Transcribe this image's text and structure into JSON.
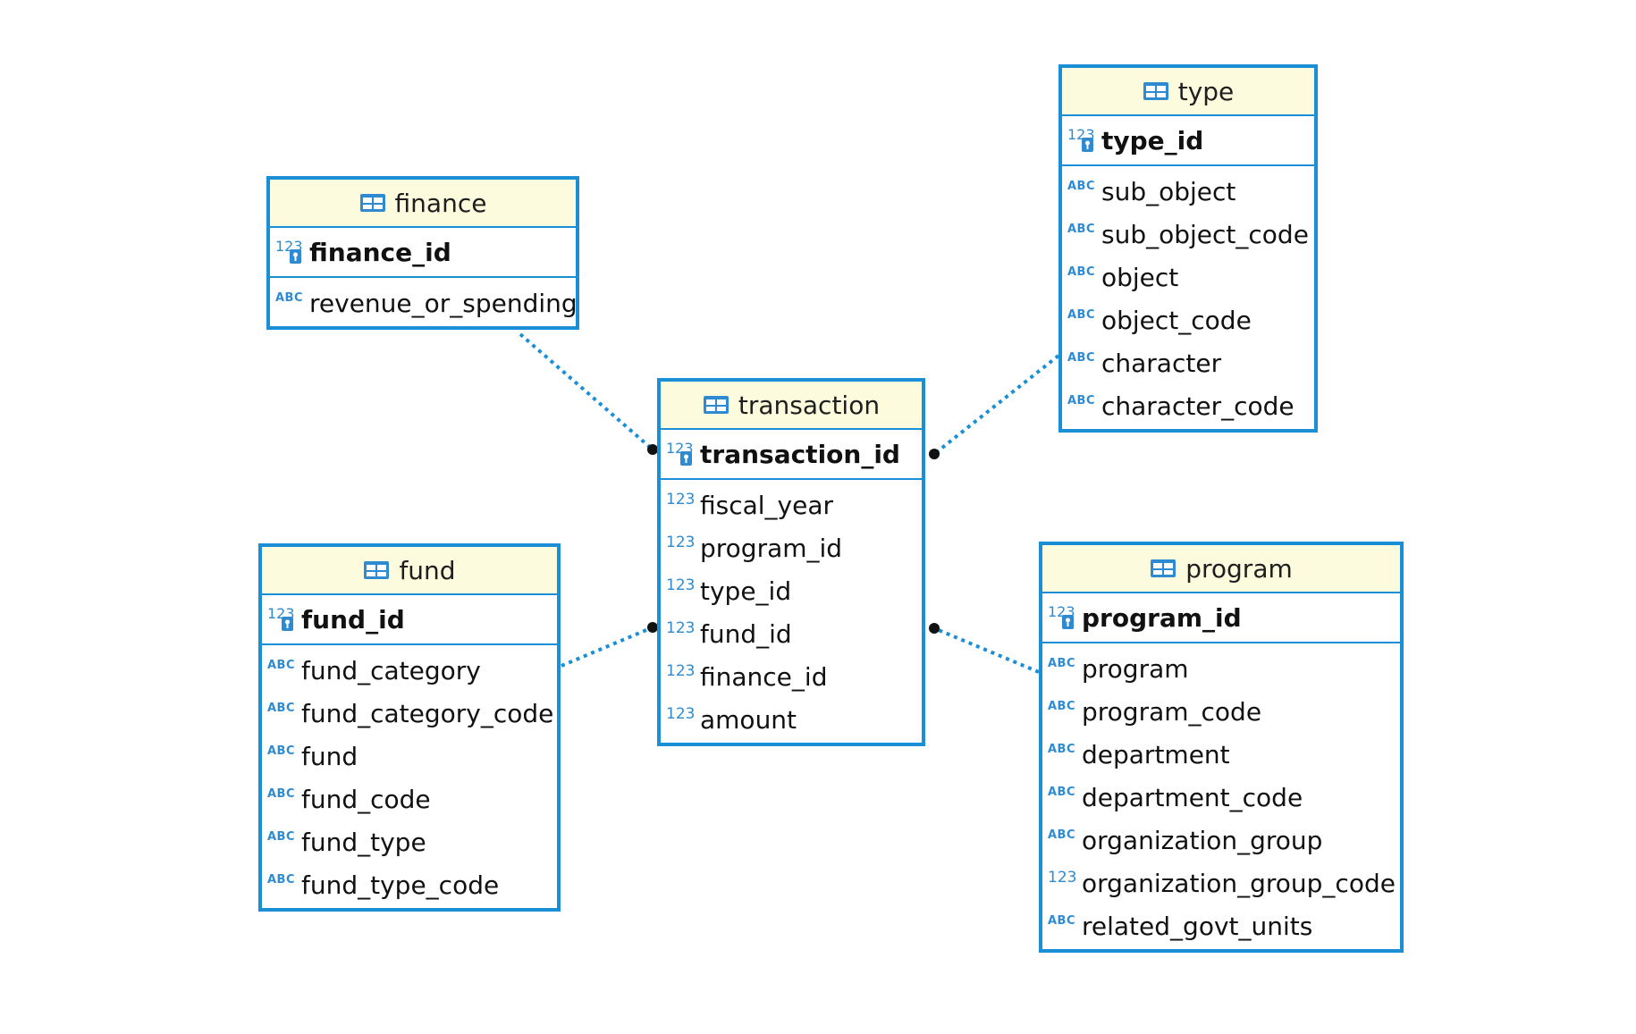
{
  "theme": {
    "border": "#1a8fd6",
    "header_bg": "#fcfbdd",
    "connector": "#1a8fd6"
  },
  "entities": {
    "finance": {
      "name": "finance",
      "icon": "table-icon",
      "primary_key": {
        "name": "finance_id",
        "type": "123"
      },
      "columns": [
        {
          "name": "revenue_or_spending",
          "type": "ABC"
        }
      ]
    },
    "type": {
      "name": "type",
      "icon": "table-icon",
      "primary_key": {
        "name": "type_id",
        "type": "123"
      },
      "columns": [
        {
          "name": "sub_object",
          "type": "ABC"
        },
        {
          "name": "sub_object_code",
          "type": "ABC"
        },
        {
          "name": "object",
          "type": "ABC"
        },
        {
          "name": "object_code",
          "type": "ABC"
        },
        {
          "name": "character",
          "type": "ABC"
        },
        {
          "name": "character_code",
          "type": "ABC"
        }
      ]
    },
    "transaction": {
      "name": "transaction",
      "icon": "table-icon",
      "primary_key": {
        "name": "transaction_id",
        "type": "123"
      },
      "columns": [
        {
          "name": "fiscal_year",
          "type": "123"
        },
        {
          "name": "program_id",
          "type": "123"
        },
        {
          "name": "type_id",
          "type": "123"
        },
        {
          "name": "fund_id",
          "type": "123"
        },
        {
          "name": "finance_id",
          "type": "123"
        },
        {
          "name": "amount",
          "type": "123"
        }
      ]
    },
    "fund": {
      "name": "fund",
      "icon": "table-icon",
      "primary_key": {
        "name": "fund_id",
        "type": "123"
      },
      "columns": [
        {
          "name": "fund_category",
          "type": "ABC"
        },
        {
          "name": "fund_category_code",
          "type": "ABC"
        },
        {
          "name": "fund",
          "type": "ABC"
        },
        {
          "name": "fund_code",
          "type": "ABC"
        },
        {
          "name": "fund_type",
          "type": "ABC"
        },
        {
          "name": "fund_type_code",
          "type": "ABC"
        }
      ]
    },
    "program": {
      "name": "program",
      "icon": "table-icon",
      "primary_key": {
        "name": "program_id",
        "type": "123"
      },
      "columns": [
        {
          "name": "program",
          "type": "ABC"
        },
        {
          "name": "program_code",
          "type": "ABC"
        },
        {
          "name": "department",
          "type": "ABC"
        },
        {
          "name": "department_code",
          "type": "ABC"
        },
        {
          "name": "organization_group",
          "type": "ABC"
        },
        {
          "name": "organization_group_code",
          "type": "123"
        },
        {
          "name": "related_govt_units",
          "type": "ABC"
        }
      ]
    }
  },
  "relationships": [
    {
      "from": "finance",
      "to": "transaction"
    },
    {
      "from": "type",
      "to": "transaction"
    },
    {
      "from": "fund",
      "to": "transaction"
    },
    {
      "from": "program",
      "to": "transaction"
    }
  ]
}
